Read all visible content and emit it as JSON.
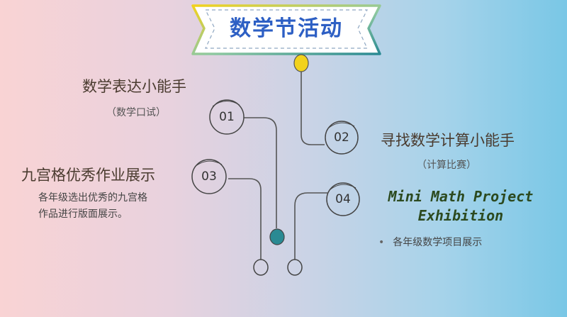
{
  "banner": {
    "title": "数学节活动"
  },
  "nodes": {
    "n1": "01",
    "n2": "02",
    "n3": "03",
    "n4": "04"
  },
  "activities": {
    "a1": {
      "title": "数学表达小能手",
      "subtitle": "（数学口试）"
    },
    "a2": {
      "title": "寻找数学计算小能手",
      "subtitle": "（计算比赛）"
    },
    "a3": {
      "title": "九宫格优秀作业展示",
      "line1": "各年级选出优秀的九宫格",
      "line2": "作品进行版面展示。"
    },
    "a4": {
      "title_line1": "Mini Math Project",
      "title_line2": "Exhibition",
      "bullet_symbol": "•",
      "bullet": "各年级数学项目展示"
    }
  },
  "colors": {
    "accent_yellow": "#f2d21c",
    "accent_teal": "#2a8a93",
    "title_blue": "#2d5fc4",
    "line_gray": "#555555"
  }
}
